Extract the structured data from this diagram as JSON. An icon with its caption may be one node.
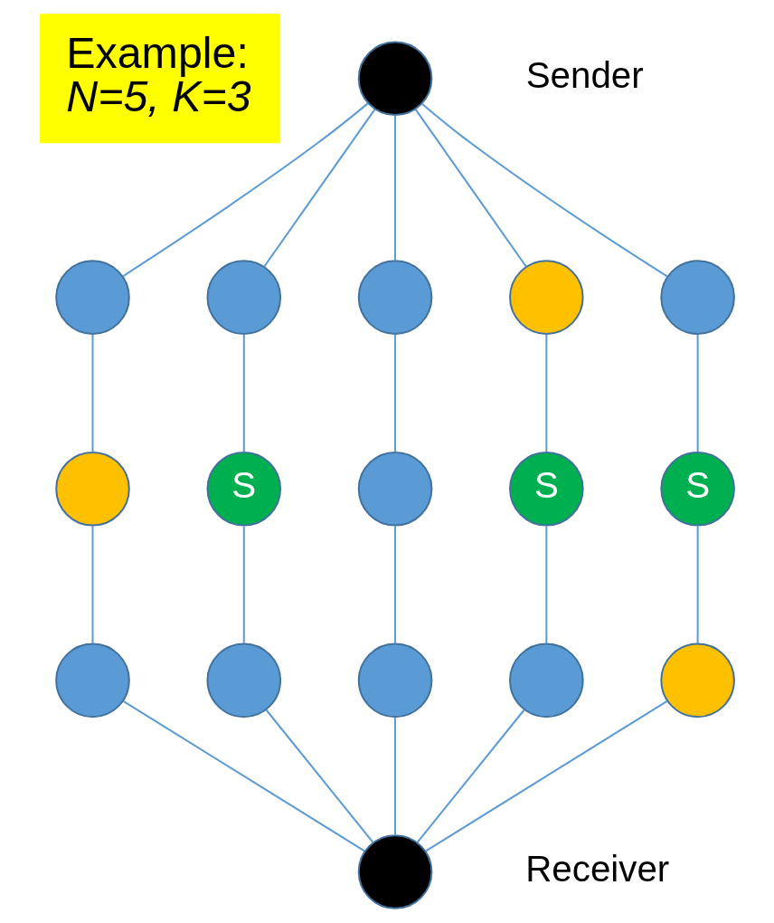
{
  "diagram": {
    "nodes": [
      {
        "text": [
          "Example:",
          "N=5, K=3"
        ]
      },
      {
        "text": [],
        "shape": "circle",
        "beside": [
          "Sender"
        ]
      },
      {
        "text": [],
        "shape": "circle"
      },
      {
        "text": [],
        "shape": "circle"
      },
      {
        "text": [],
        "shape": "circle"
      },
      {
        "text": [],
        "shape": "circle"
      },
      {
        "text": [],
        "shape": "circle"
      },
      {
        "text": [],
        "shape": "circle"
      },
      {
        "text": [
          "S"
        ]
      },
      {
        "text": [],
        "shape": "circle"
      },
      {
        "text": [
          "S"
        ]
      },
      {
        "text": [
          "S"
        ]
      },
      {
        "text": [],
        "shape": "circle"
      },
      {
        "text": [],
        "shape": "circle"
      },
      {
        "text": [],
        "shape": "circle"
      },
      {
        "text": [],
        "shape": "circle"
      },
      {
        "text": [],
        "shape": "circle"
      },
      {
        "text": [],
        "shape": "circle",
        "beside": [
          "Receiver"
        ]
      }
    ],
    "edges": [
      {
        "from": 1,
        "to": 2,
        "arrow": "none"
      },
      {
        "from": 1,
        "to": 3,
        "arrow": "none"
      },
      {
        "from": 1,
        "to": 4,
        "arrow": "none"
      },
      {
        "from": 1,
        "to": 5,
        "arrow": "none"
      },
      {
        "from": 1,
        "to": 6,
        "arrow": "none"
      },
      {
        "from": 2,
        "to": 7,
        "arrow": "none"
      },
      {
        "from": 3,
        "to": 8,
        "arrow": "none"
      },
      {
        "from": 4,
        "to": 9,
        "arrow": "none"
      },
      {
        "from": 5,
        "to": 10,
        "arrow": "none"
      },
      {
        "from": 6,
        "to": 11,
        "arrow": "none"
      },
      {
        "from": 7,
        "to": 12,
        "arrow": "none"
      },
      {
        "from": 8,
        "to": 13,
        "arrow": "none"
      },
      {
        "from": 9,
        "to": 14,
        "arrow": "none"
      },
      {
        "from": 10,
        "to": 15,
        "arrow": "none"
      },
      {
        "from": 11,
        "to": 16,
        "arrow": "none"
      },
      {
        "from": 12,
        "to": 17,
        "arrow": "none"
      },
      {
        "from": 13,
        "to": 17,
        "arrow": "none"
      },
      {
        "from": 14,
        "to": 17,
        "arrow": "none"
      },
      {
        "from": 15,
        "to": 17,
        "arrow": "none"
      },
      {
        "from": 16,
        "to": 17,
        "arrow": "none"
      }
    ]
  }
}
